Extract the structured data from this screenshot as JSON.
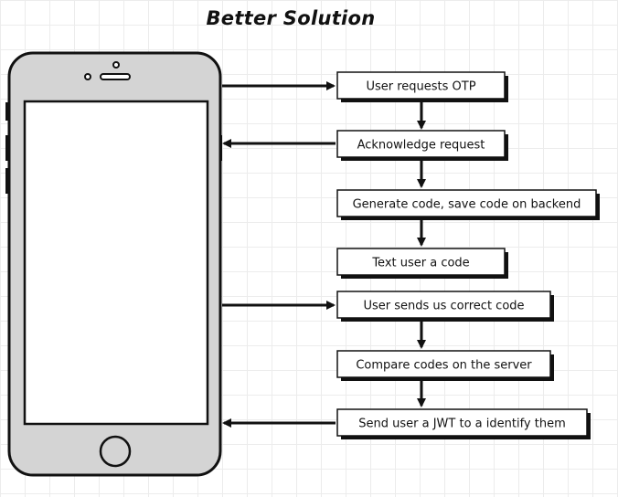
{
  "title": "Better Solution",
  "steps": [
    "User requests OTP",
    "Acknowledge request",
    "Generate code, save code on backend",
    "Text user a code",
    "User sends us correct code",
    "Compare codes on the server",
    "Send user a JWT to a identify them"
  ]
}
